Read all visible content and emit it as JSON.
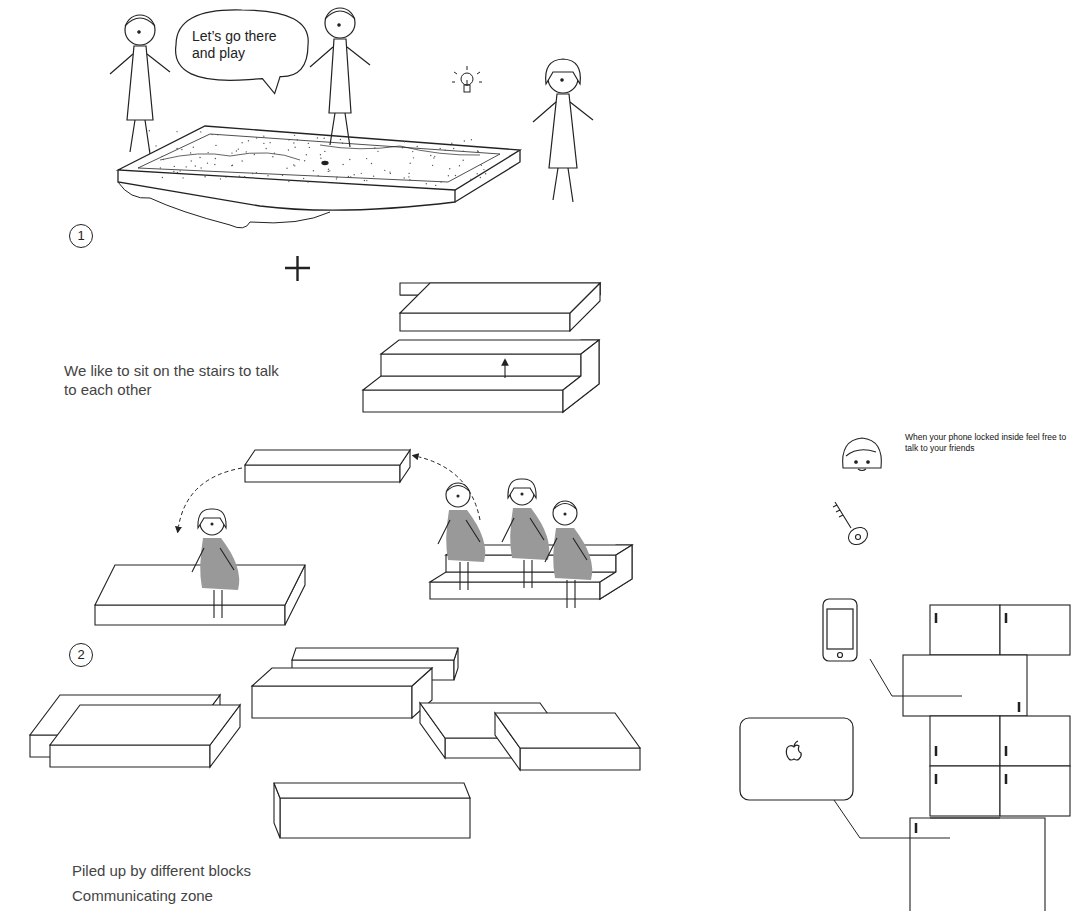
{
  "diagram": {
    "nodes": [
      {
        "text": [
          "Let’s go there and play"
        ]
      },
      {
        "text": [
          "1"
        ]
      },
      {
        "text": [
          "2"
        ]
      }
    ],
    "labels": [
      "We like to sit on the stairs to talk to each other",
      "When your phone locked inside feel free to talk to your friends",
      "Piled up by different blocks",
      "Communicating zone"
    ]
  }
}
